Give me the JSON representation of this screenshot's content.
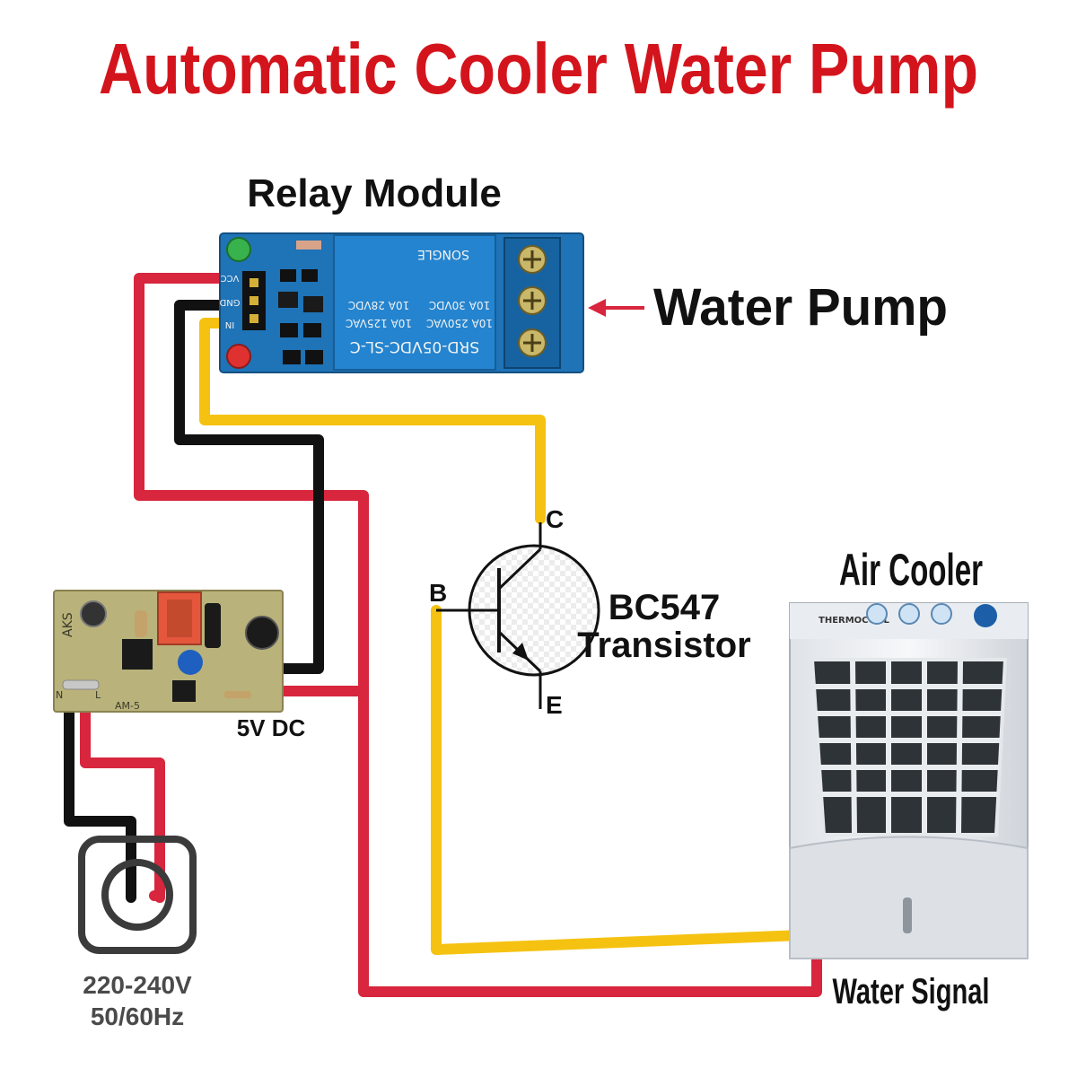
{
  "title": "Automatic Cooler Water Pump",
  "labels": {
    "relay_module": "Relay Module",
    "water_pump": "Water Pump",
    "air_cooler": "Air Cooler",
    "water_signal": "Water Signal",
    "transistor_line1": "BC547",
    "transistor_line2": "Transistor",
    "pin_c": "C",
    "pin_b": "B",
    "pin_e": "E",
    "five_v_dc": "5V DC",
    "mains_voltage": "220-240V",
    "mains_freq": "50/60Hz"
  },
  "relay": {
    "model": "SRD-05VDC-SL-C",
    "rating1": "10A 250VAC",
    "rating2": "10A 125VAC",
    "rating3": "10A 30VDC",
    "rating4": "10A 28VDC",
    "brand": "SONGLE",
    "pin_vcc": "VCC",
    "pin_gnd": "GND",
    "pin_in": "IN"
  },
  "power_module": {
    "brand": "AKS",
    "model": "AM-5",
    "pin_n": "N",
    "pin_l": "L"
  },
  "cooler": {
    "brand": "THERMOCOOL"
  },
  "colors": {
    "title": "#d4141c",
    "wire_red": "#d7263d",
    "wire_black": "#111111",
    "wire_yellow": "#f5c211",
    "relay_blue": "#1f73b7",
    "pcb_green": "#b9b27a"
  }
}
